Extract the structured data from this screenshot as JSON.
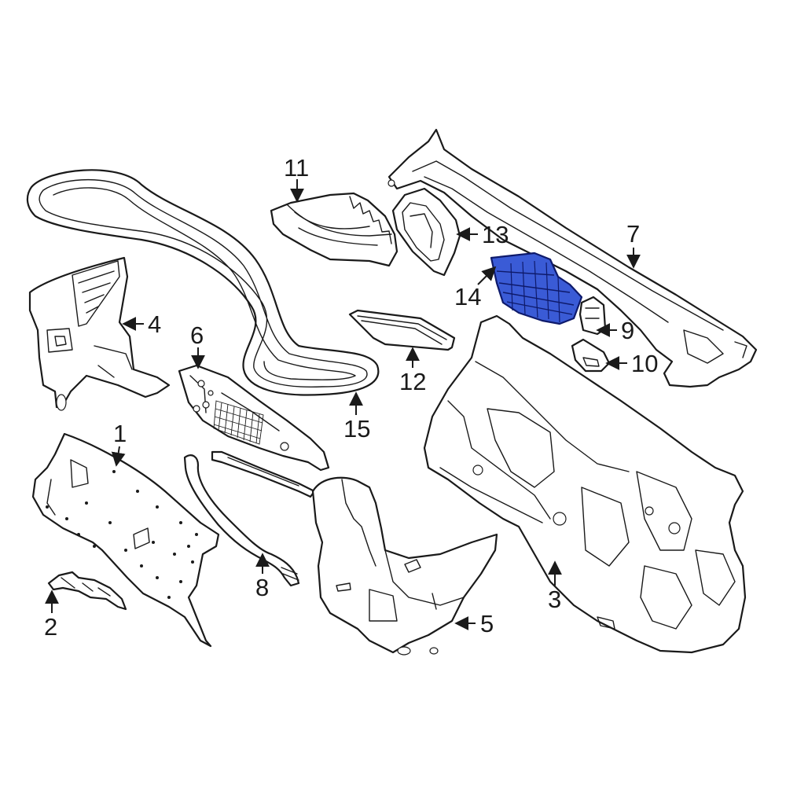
{
  "colors": {
    "highlight_fill": "#3a5bd6",
    "highlight_stroke": "#0e1a6b",
    "outline": "#1a1a1a"
  },
  "highlighted_part": "14",
  "callouts": {
    "c1": "1",
    "c2": "2",
    "c3": "3",
    "c4": "4",
    "c5": "5",
    "c6": "6",
    "c7": "7",
    "c8": "8",
    "c9": "9",
    "c10": "10",
    "c11": "11",
    "c12": "12",
    "c13": "13",
    "c14": "14",
    "c15": "15"
  }
}
